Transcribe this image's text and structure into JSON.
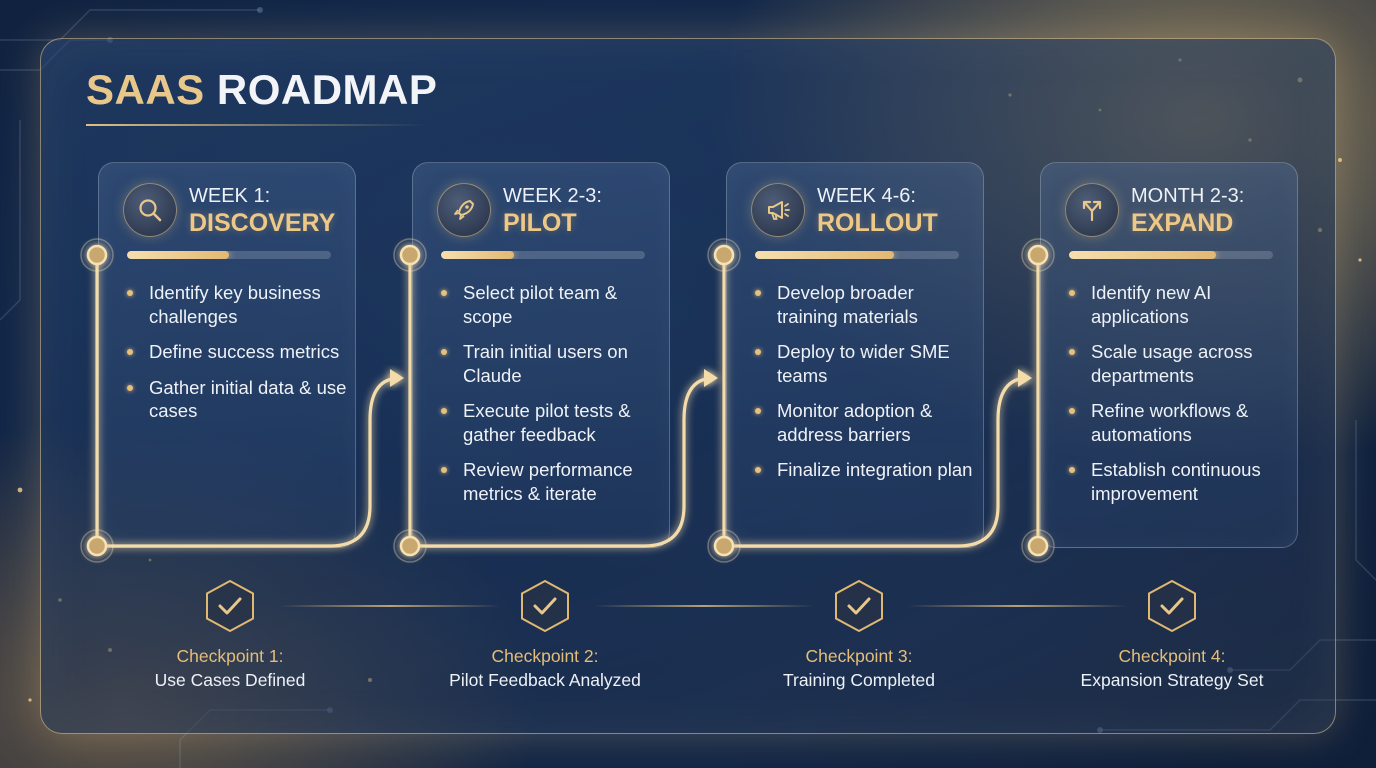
{
  "title": {
    "part1": "SAAS",
    "part2": "ROADMAP"
  },
  "colors": {
    "gold": "#e8c88a",
    "navy": "#13284a",
    "text": "#eef1f6"
  },
  "phases": [
    {
      "week": "WEEK 1:",
      "name": "DISCOVERY",
      "icon": "search-icon",
      "progress": 0.5,
      "bullets": [
        "Identify key business challenges",
        "Define success metrics",
        "Gather initial data & use cases"
      ]
    },
    {
      "week": "WEEK 2-3:",
      "name": "PILOT",
      "icon": "rocket-icon",
      "progress": 0.36,
      "bullets": [
        "Select pilot team & scope",
        "Train initial users on Claude",
        "Execute pilot tests & gather feedback",
        "Review performance metrics & iterate"
      ]
    },
    {
      "week": "WEEK 4-6:",
      "name": "ROLLOUT",
      "icon": "megaphone-icon",
      "progress": 0.68,
      "bullets": [
        "Develop broader training materials",
        "Deploy to wider SME teams",
        "Monitor adoption & address barriers",
        "Finalize integration plan"
      ]
    },
    {
      "week": "MONTH 2-3:",
      "name": "EXPAND",
      "icon": "branch-arrows-icon",
      "progress": 0.72,
      "bullets": [
        "Identify new AI applications",
        "Scale usage across departments",
        "Refine workflows & automations",
        "Establish continuous improvement"
      ]
    }
  ],
  "checkpoints": [
    {
      "title": "Checkpoint 1:",
      "desc": "Use Cases Defined",
      "icon": "check-icon"
    },
    {
      "title": "Checkpoint 2:",
      "desc": "Pilot Feedback Analyzed",
      "icon": "check-icon"
    },
    {
      "title": "Checkpoint 3:",
      "desc": "Training Completed",
      "icon": "check-icon"
    },
    {
      "title": "Checkpoint 4:",
      "desc": "Expansion Strategy Set",
      "icon": "check-icon"
    }
  ]
}
